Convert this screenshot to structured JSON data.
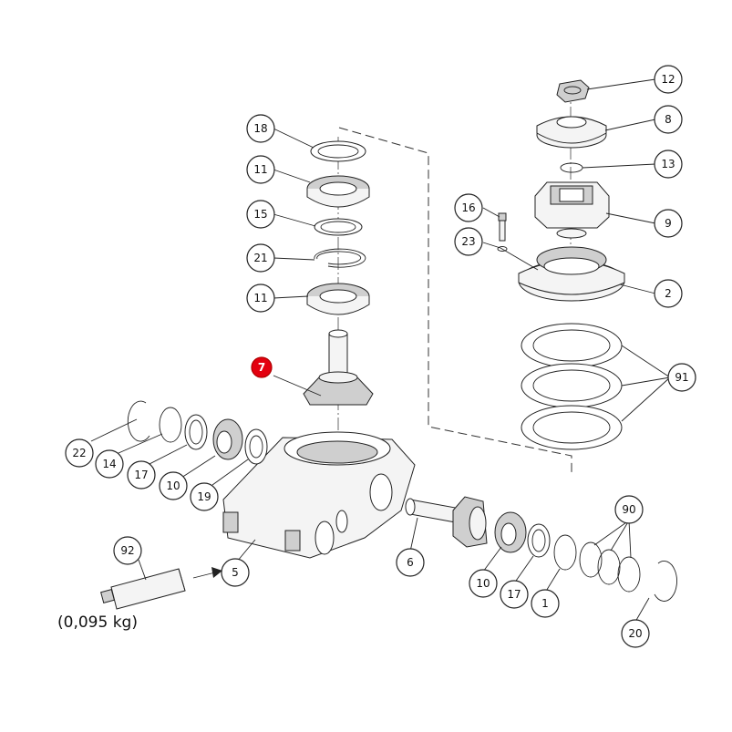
{
  "callouts": [
    {
      "id": "c12",
      "label": "12",
      "highlight": false
    },
    {
      "id": "c8",
      "label": "8",
      "highlight": false
    },
    {
      "id": "c13",
      "label": "13",
      "highlight": false
    },
    {
      "id": "c9",
      "label": "9",
      "highlight": false
    },
    {
      "id": "c16",
      "label": "16",
      "highlight": false
    },
    {
      "id": "c23",
      "label": "23",
      "highlight": false
    },
    {
      "id": "c2",
      "label": "2",
      "highlight": false
    },
    {
      "id": "c91",
      "label": "91",
      "highlight": false
    },
    {
      "id": "c18",
      "label": "18",
      "highlight": false
    },
    {
      "id": "c11a",
      "label": "11",
      "highlight": false
    },
    {
      "id": "c15",
      "label": "15",
      "highlight": false
    },
    {
      "id": "c21",
      "label": "21",
      "highlight": false
    },
    {
      "id": "c11b",
      "label": "11",
      "highlight": false
    },
    {
      "id": "c7",
      "label": "7",
      "highlight": true
    },
    {
      "id": "c22",
      "label": "22",
      "highlight": false
    },
    {
      "id": "c14",
      "label": "14",
      "highlight": false
    },
    {
      "id": "c17a",
      "label": "17",
      "highlight": false
    },
    {
      "id": "c10a",
      "label": "10",
      "highlight": false
    },
    {
      "id": "c19",
      "label": "19",
      "highlight": false
    },
    {
      "id": "c92",
      "label": "92",
      "highlight": false
    },
    {
      "id": "c5",
      "label": "5",
      "highlight": false
    },
    {
      "id": "c6",
      "label": "6",
      "highlight": false
    },
    {
      "id": "c10b",
      "label": "10",
      "highlight": false
    },
    {
      "id": "c17b",
      "label": "17",
      "highlight": false
    },
    {
      "id": "c1",
      "label": "1",
      "highlight": false
    },
    {
      "id": "c90",
      "label": "90",
      "highlight": false
    },
    {
      "id": "c20",
      "label": "20",
      "highlight": false
    }
  ],
  "grease_weight": "(0,095 kg)",
  "colors": {
    "highlight": "#e3000f",
    "line": "#222222"
  }
}
